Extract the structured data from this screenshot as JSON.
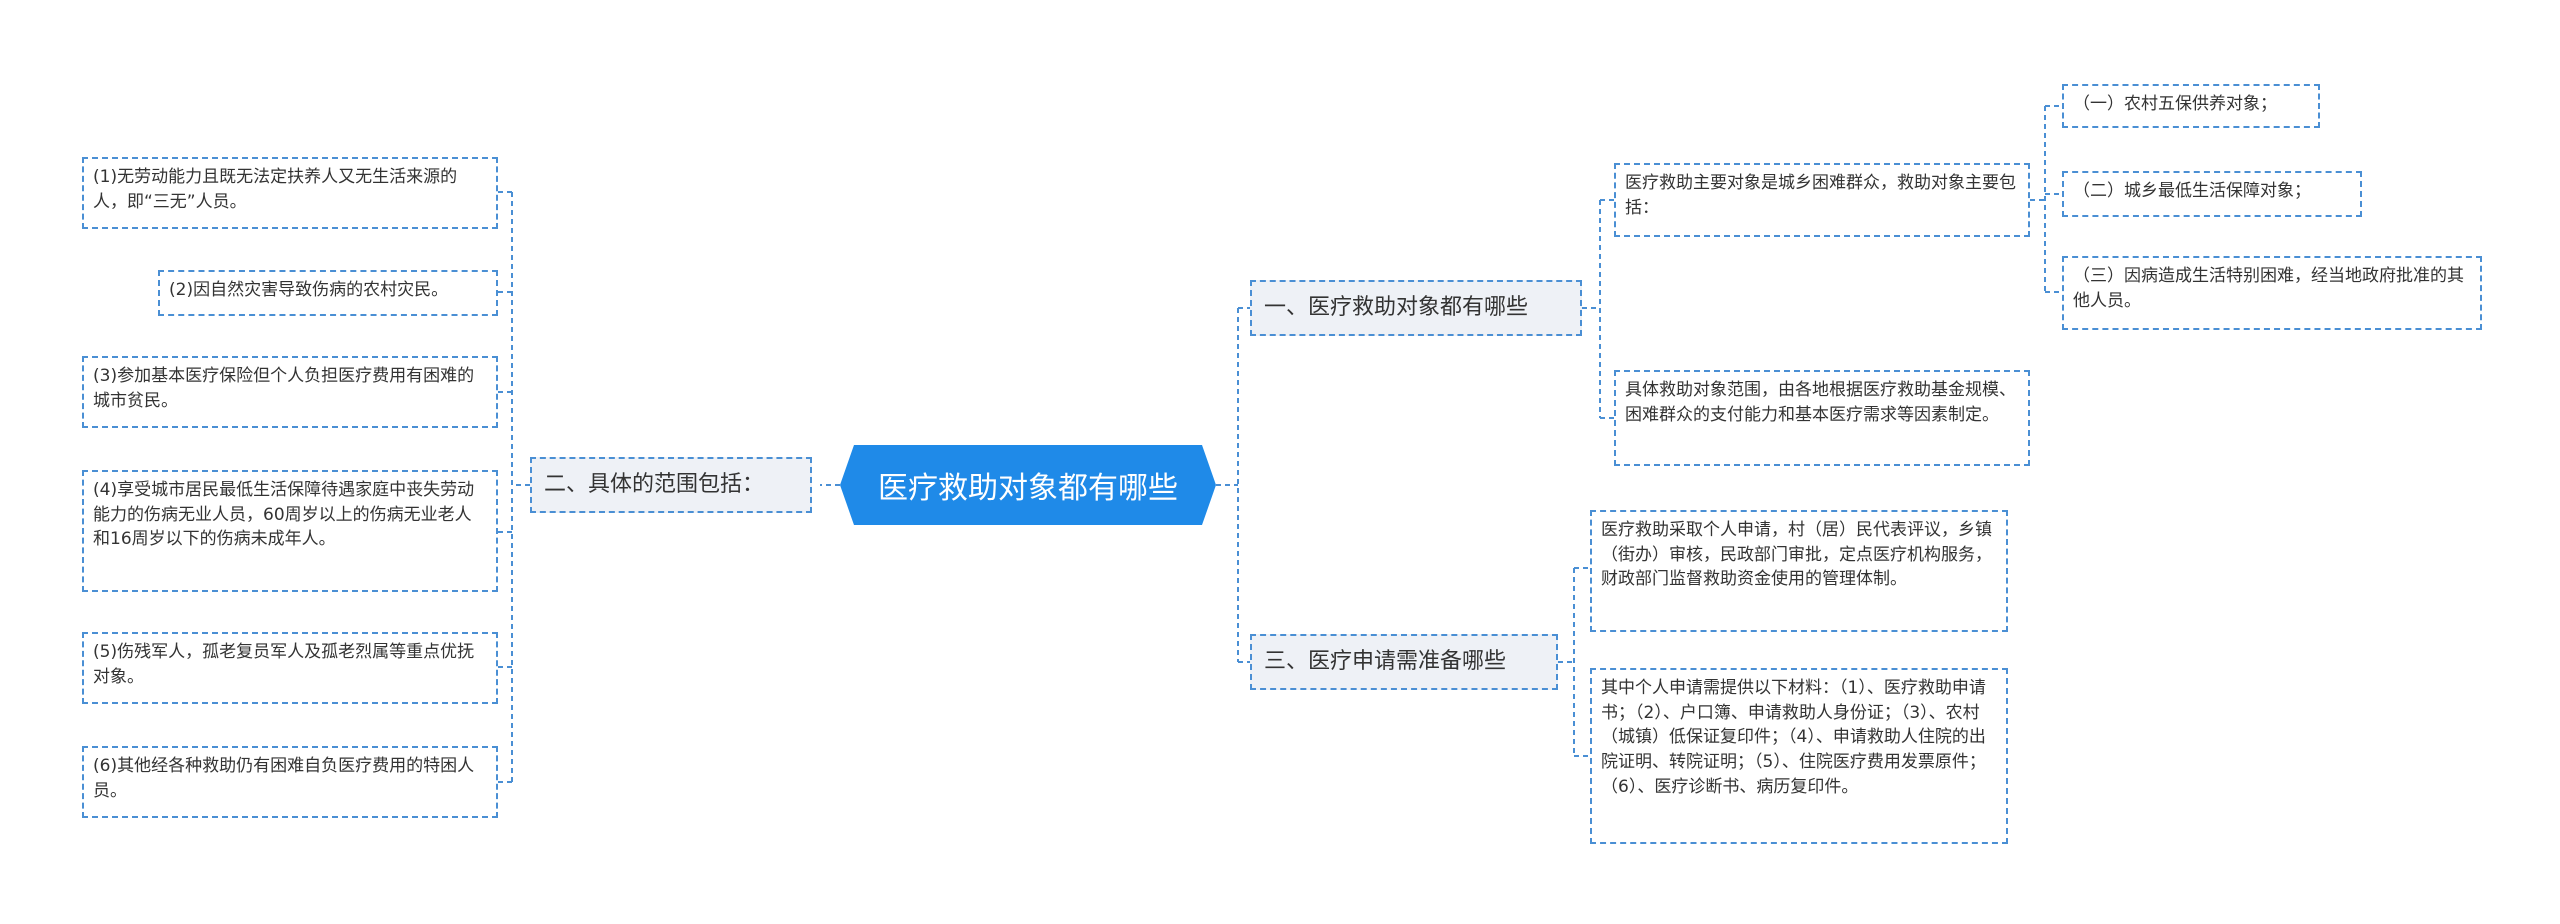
{
  "root": {
    "title": "医疗救助对象都有哪些"
  },
  "branches": {
    "b1": {
      "label": "一、医疗救助对象都有哪些"
    },
    "b2": {
      "label": "二、具体的范围包括："
    },
    "b3": {
      "label": "三、医疗申请需准备哪些"
    }
  },
  "b1_children": {
    "main": "医疗救助主要对象是城乡困难群众，救助对象主要包括：",
    "scope": "具体救助对象范围，由各地根据医疗救助基金规模、困难群众的支付能力和基本医疗需求等因素制定。",
    "sub": [
      "（一）农村五保供养对象；",
      "（二）城乡最低生活保障对象；",
      "（三）因病造成生活特别困难，经当地政府批准的其他人员。"
    ]
  },
  "b2_children": [
    "(1)无劳动能力且既无法定扶养人又无生活来源的人，即“三无”人员。",
    "(2)因自然灾害导致伤病的农村灾民。",
    "(3)参加基本医疗保险但个人负担医疗费用有困难的城市贫民。",
    "(4)享受城市居民最低生活保障待遇家庭中丧失劳动能力的伤病无业人员，60周岁以上的伤病无业老人和16周岁以下的伤病未成年人。",
    "(5)伤残军人，孤老复员军人及孤老烈属等重点优抚对象。",
    "(6)其他经各种救助仍有困难自负医疗费用的特困人员。"
  ],
  "b3_children": [
    "医疗救助采取个人申请，村（居）民代表评议，乡镇（街办）审核，民政部门审批，定点医疗机构服务，财政部门监督救助资金使用的管理体制。",
    "其中个人申请需提供以下材料：（1）、医疗救助申请书；（2）、户口簿、申请救助人身份证；（3）、农村（城镇）低保证复印件；（4）、申请救助人住院的出院证明、转院证明；（5）、住院医疗费用发票原件；（6）、医疗诊断书、病历复印件。"
  ],
  "colors": {
    "root": "#1f8ae8",
    "connector": "#4a8fd4",
    "branch_bg": "#eef1f6"
  }
}
